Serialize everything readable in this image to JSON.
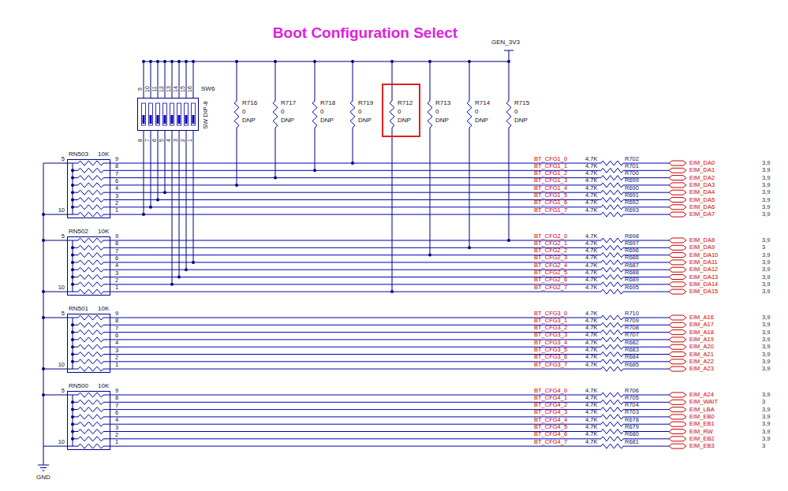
{
  "diagram": {
    "title": "Boot Configuration Select",
    "nodes": [
      {
        "text": [
          "SW6",
          "SW DIP-8"
        ]
      },
      {
        "text": [
          "RN503",
          "10K"
        ]
      },
      {
        "text": [
          "RN502",
          "10K"
        ]
      },
      {
        "text": [
          "RN501",
          "10K"
        ]
      },
      {
        "text": [
          "RN500",
          "10K"
        ]
      }
    ],
    "labels": [
      "GEN_3V3",
      "R716",
      "0",
      "DNP",
      "R717",
      "0",
      "DNP",
      "R718",
      "0",
      "DNP",
      "R719",
      "0",
      "DNP",
      "R712",
      "0",
      "DNP",
      "R713",
      "0",
      "DNP",
      "R714",
      "0",
      "DNP",
      "R715",
      "0",
      "DNP",
      "9",
      "10",
      "11",
      "12",
      "13",
      "14",
      "15",
      "16",
      "8",
      "7",
      "6",
      "5",
      "4",
      "3",
      "2",
      "1",
      "5",
      "10",
      "9",
      "8",
      "7",
      "6",
      "4",
      "3",
      "2",
      "1",
      "5",
      "10",
      "9",
      "8",
      "7",
      "6",
      "4",
      "3",
      "2",
      "1",
      "5",
      "10",
      "9",
      "8",
      "7",
      "6",
      "4",
      "3",
      "2",
      "1",
      "5",
      "10",
      "9",
      "8",
      "7",
      "6",
      "4",
      "3",
      "2",
      "1",
      "BT_CFG1_0",
      "4.7K",
      "R702",
      "EIM_DA0",
      "3,9",
      "BT_CFG1_1",
      "4.7K",
      "R701",
      "EIM_DA1",
      "3,9",
      "BT_CFG1_2",
      "4.7K",
      "R700",
      "EIM_DA2",
      "3,9",
      "BT_CFG1_3",
      "4.7K",
      "R699",
      "EIM_DA3",
      "3,9",
      "BT_CFG1_4",
      "4.7K",
      "R690",
      "EIM_DA4",
      "3,9",
      "BT_CFG1_5",
      "4.7K",
      "R691",
      "EIM_DA5",
      "3,9",
      "BT_CFG1_6",
      "4.7K",
      "R692",
      "EIM_DA6",
      "3,9",
      "BT_CFG1_7",
      "4.7K",
      "R693",
      "EIM_DA7",
      "3,9",
      "BT_CFG2_0",
      "4.7K",
      "R698",
      "EIM_DA8",
      "3,9",
      "BT_CFG2_1",
      "4.7K",
      "R697",
      "EIM_DA9",
      "3",
      "BT_CFG2_2",
      "4.7K",
      "R696",
      "EIM_DA10",
      "3,9",
      "BT_CFG2_3",
      "4.7K",
      "R686",
      "EIM_DA11",
      "3,9",
      "BT_CFG2_4",
      "4.7K",
      "R687",
      "EIM_DA12",
      "3,9",
      "BT_CFG2_5",
      "4.7K",
      "R688",
      "EIM_DA13",
      "3,9",
      "BT_CFG2_6",
      "4.7K",
      "R689",
      "EIM_DA14",
      "3,9",
      "BT_CFG2_7",
      "4.7K",
      "R695",
      "EIM_DA15",
      "3,9",
      "BT_CFG3_0",
      "4.7K",
      "R710",
      "EIM_A16",
      "3,9",
      "BT_CFG3_1",
      "4.7K",
      "R709",
      "EIM_A17",
      "3,9",
      "BT_CFG3_2",
      "4.7K",
      "R708",
      "EIM_A18",
      "3,9",
      "BT_CFG3_3",
      "4.7K",
      "R707",
      "EIM_A19",
      "3,9",
      "BT_CFG3_4",
      "4.7K",
      "R682",
      "EIM_A20",
      "3,9",
      "BT_CFG3_5",
      "4.7K",
      "R683",
      "EIM_A21",
      "3,9",
      "BT_CFG3_6",
      "4.7K",
      "R684",
      "EIM_A22",
      "3,9",
      "BT_CFG3_7",
      "4.7K",
      "R685",
      "EIM_A23",
      "3,9",
      "BT_CFG4_0",
      "4.7K",
      "R706",
      "EIM_A24",
      "3,9",
      "BT_CFG4_1",
      "4.7K",
      "R705",
      "EIM_WAIT",
      "3",
      "BT_CFG4_2",
      "4.7K",
      "R704",
      "EIM_LBA",
      "3,9",
      "BT_CFG4_3",
      "4.7K",
      "R703",
      "EIM_EB0",
      "3,9",
      "BT_CFG4_4",
      "4.7K",
      "R678",
      "EIM_EB1",
      "3,9",
      "BT_CFG4_5",
      "4.7K",
      "R679",
      "EIM_RW",
      "3,9",
      "BT_CFG4_6",
      "4.7K",
      "R680",
      "EIM_EB2",
      "3,9",
      "BT_CFG4_7",
      "4.7K",
      "R681",
      "EIM_EB3",
      "3",
      "GND"
    ]
  }
}
